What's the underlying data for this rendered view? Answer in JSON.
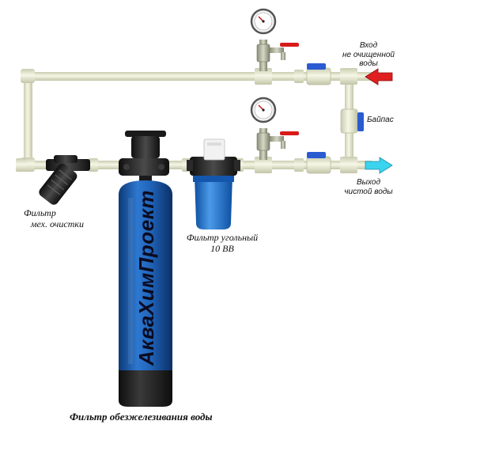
{
  "labels": {
    "inlet_line1": "Вход",
    "inlet_line2": "не очищенной",
    "inlet_line3": "воды",
    "bypass": "Байпас",
    "outlet_line1": "Выход",
    "outlet_line2": "чистой воды",
    "mech_filter_line1": "Фильтр",
    "mech_filter_line2": "мех. очистки",
    "carbon_filter_line1": "Фильтр угольный",
    "carbon_filter_line2": "10 ВВ",
    "iron_filter": "Фильтр обезжелезивания воды"
  },
  "brand": "АкваХимПроект",
  "colors": {
    "pipe": "#eceed4",
    "tank": "#1f63b8",
    "tank_dark": "#0c3a78",
    "tank_base": "#1a1a1a",
    "carbon_housing": "#2f7fd6",
    "inlet_arrow": "#e02020",
    "outlet_arrow": "#3ad4ee",
    "valve_handle": "#2a5bd0",
    "tap_handle": "#d81a1a"
  },
  "icons": [
    "pressure-gauge-icon",
    "ball-valve-icon",
    "tap-icon",
    "arrow-left-icon",
    "arrow-right-icon"
  ]
}
